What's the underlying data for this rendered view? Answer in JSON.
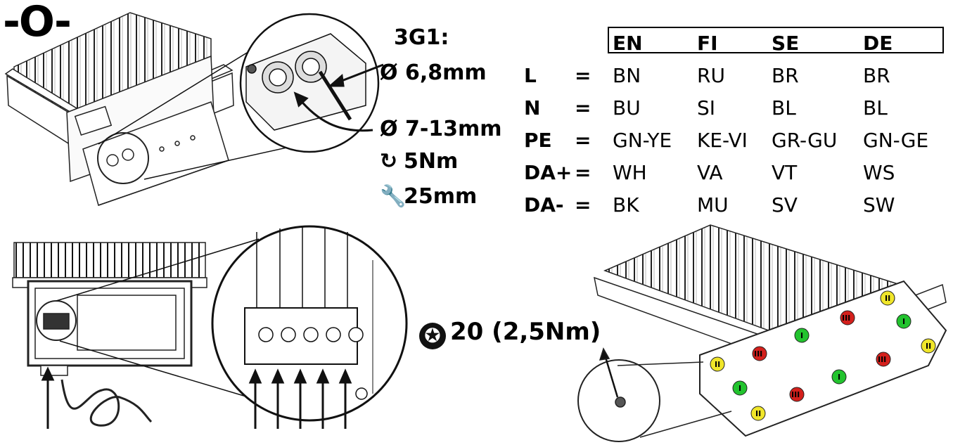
{
  "logo_text": "-O-",
  "cable_spec": {
    "cable_type": "3G1:",
    "cable_diameter": "Ø 6,8mm",
    "gland_range": "Ø 7-13mm",
    "torque": "5Nm",
    "wrench_size": "25mm",
    "torque_icon": "rotate-arrow-icon",
    "wrench_icon": "wrench-icon"
  },
  "wire_colors": {
    "headers": [
      "EN",
      "FI",
      "SE",
      "DE"
    ],
    "rows": [
      {
        "label": "L",
        "eq": "=",
        "values": [
          "BN",
          "RU",
          "BR",
          "BR"
        ]
      },
      {
        "label": "N",
        "eq": "=",
        "values": [
          "BU",
          "SI",
          "BL",
          "BL"
        ]
      },
      {
        "label": "PE",
        "eq": "=",
        "values": [
          "GN-YE",
          "KE-VI",
          "GR-GU",
          "GN-GE"
        ]
      },
      {
        "label": "DA+",
        "eq": "=",
        "values": [
          "WH",
          "VA",
          "VT",
          "WS"
        ]
      },
      {
        "label": "DA-",
        "eq": "=",
        "values": [
          "BK",
          "MU",
          "SV",
          "SW"
        ]
      }
    ]
  },
  "screw_spec": {
    "text": "20 (2,5Nm)",
    "icon": "torx-icon"
  },
  "sequence_markers": {
    "colors": {
      "I": "#22c32e",
      "II": "#f0e62a",
      "III": "#d4201c"
    },
    "labels": [
      "I",
      "II",
      "III"
    ]
  }
}
